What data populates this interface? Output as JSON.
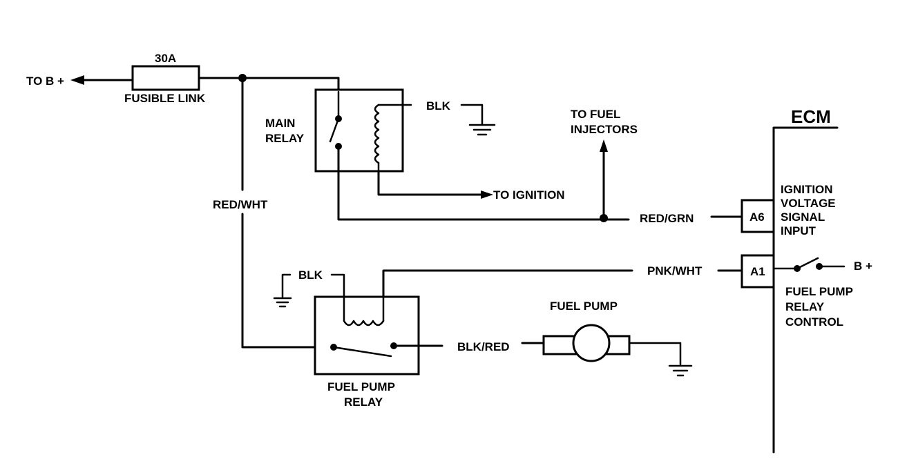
{
  "labels": {
    "to_b_plus": "TO B +",
    "fuse_rating": "30A",
    "fusible_link": "FUSIBLE LINK",
    "main_relay_line1": "MAIN",
    "main_relay_line2": "RELAY",
    "blk_top": "BLK",
    "to_fuel_injectors_line1": "TO FUEL",
    "to_fuel_injectors_line2": "INJECTORS",
    "ecm": "ECM",
    "red_wht": "RED/WHT",
    "to_ignition": "TO IGNITION",
    "red_grn": "RED/GRN",
    "pin_a6": "A6",
    "ign_line1": "IGNITION",
    "ign_line2": "VOLTAGE",
    "ign_line3": "SIGNAL",
    "ign_line4": "INPUT",
    "blk_bottom": "BLK",
    "pnk_wht": "PNK/WHT",
    "pin_a1": "A1",
    "b_plus_right": "B +",
    "fpr_ctrl_line1": "FUEL PUMP",
    "fpr_ctrl_line2": "RELAY",
    "fpr_ctrl_line3": "CONTROL",
    "fuel_pump": "FUEL PUMP",
    "blk_red": "BLK/RED",
    "fpr_line1": "FUEL PUMP",
    "fpr_line2": "RELAY"
  }
}
